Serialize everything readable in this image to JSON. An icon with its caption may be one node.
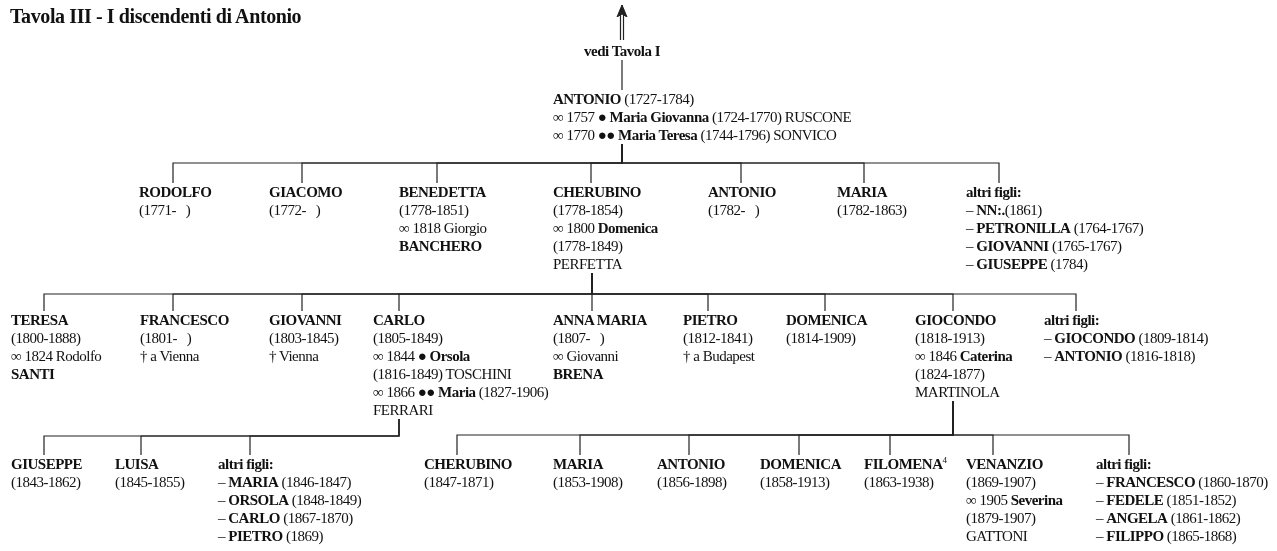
{
  "diagram": {
    "title": "Tavola III - I discendenti di Antonio",
    "nodes": [
      {
        "text": [
          "vedi Tavola I"
        ]
      },
      {
        "text": [
          "**ANTONIO** (1727-1784)",
          "∞ 1757 ● **Maria Giovanna** (1724-1770) RUSCONE",
          "∞ 1770 ●● **Maria Teresa** (1744-1796) SONVICO"
        ]
      },
      {
        "text": [
          "RODOLFO",
          "(1771-   )"
        ]
      },
      {
        "text": [
          "GIACOMO",
          "(1772-   )"
        ]
      },
      {
        "text": [
          "BENEDETTA",
          "(1778-1851)",
          "∞ 1818 Giorgio **BANCHERO**"
        ]
      },
      {
        "text": [
          "CHERUBINO",
          "(1778-1854)",
          "∞ 1800 **Domenica** (1778-1849) PERFETTA"
        ]
      },
      {
        "text": [
          "ANTONIO",
          "(1782-   )"
        ]
      },
      {
        "text": [
          "MARIA",
          "(1782-1863)"
        ]
      },
      {
        "text": [
          "altri figli:",
          "– **NN:.**(1861)",
          "– **PETRONILLA** (1764-1767)",
          "– **GIOVANNI** (1765-1767)",
          "– **GIUSEPPE** (1784)"
        ]
      },
      {
        "text": [
          "TERESA",
          "(1800-1888)",
          "∞ 1824 Rodolfo **SANTI**"
        ]
      },
      {
        "text": [
          "FRANCESCO",
          "(1801-   )",
          "† a Vienna"
        ]
      },
      {
        "text": [
          "GIOVANNI",
          "(1803-1845)",
          "† Vienna"
        ]
      },
      {
        "text": [
          "CARLO",
          "(1805-1849)",
          "∞ 1844 ● **Orsola** (1816-1849) TOSCHINI",
          "∞ 1866 ●● **Maria** (1827-1906) FERRARI"
        ]
      },
      {
        "text": [
          "ANNA MARIA",
          "(1807-   )",
          "∞ Giovanni **BRENA**"
        ]
      },
      {
        "text": [
          "PIETRO",
          "(1812-1841)",
          "† a Budapest"
        ]
      },
      {
        "text": [
          "DOMENICA",
          "(1814-1909)"
        ]
      },
      {
        "text": [
          "GIOCONDO",
          "(1818-1913)",
          "∞ 1846 **Caterina** (1824-1877) MARTINOLA"
        ]
      },
      {
        "text": [
          "altri figli:",
          "– **GIOCONDO** (1809-1814)",
          "– **ANTONIO** (1816-1818)"
        ]
      },
      {
        "text": [
          "GIUSEPPE",
          "(1843-1862)"
        ]
      },
      {
        "text": [
          "LUISA",
          "(1845-1855)"
        ]
      },
      {
        "text": [
          "altri figli:",
          "– **MARIA** (1846-1847)",
          "– **ORSOLA** (1848-1849)",
          "– **CARLO** (1867-1870)",
          "– **PIETRO** (1869)"
        ]
      },
      {
        "text": [
          "CHERUBINO",
          "(1847-1871)"
        ]
      },
      {
        "text": [
          "MARIA",
          "(1853-1908)"
        ]
      },
      {
        "text": [
          "ANTONIO",
          "(1856-1898)"
        ]
      },
      {
        "text": [
          "DOMENICA",
          "(1858-1913)"
        ]
      },
      {
        "text": [
          "**FILOMENA**$^{4}$",
          "(1863-1938)"
        ]
      },
      {
        "text": [
          "VENANZIO",
          "(1869-1907)",
          "∞ 1905 **Severina** (1879-1907) GATTONI"
        ]
      },
      {
        "text": [
          "altri figli:",
          "– **FRANCESCO** (1860-1870)",
          "– **FEDELE** (1851-1852)",
          "– **ANGELA** (1861-1862)",
          "– **FILIPPO** (1865-1868)"
        ]
      }
    ],
    "edges": [
      {
        "from": 0,
        "to": null,
        "arrow": "to"
      },
      {
        "from": 0,
        "to": 1,
        "arrow": "none"
      },
      {
        "from": 1,
        "to": 2,
        "arrow": "none"
      },
      {
        "from": 1,
        "to": 3,
        "arrow": "none"
      },
      {
        "from": 1,
        "to": 4,
        "arrow": "none"
      },
      {
        "from": 1,
        "to": 5,
        "arrow": "none"
      },
      {
        "from": 1,
        "to": 6,
        "arrow": "none"
      },
      {
        "from": 1,
        "to": 7,
        "arrow": "none"
      },
      {
        "from": 1,
        "to": 8,
        "arrow": "none"
      },
      {
        "from": 5,
        "to": 9,
        "arrow": "none"
      },
      {
        "from": 5,
        "to": 10,
        "arrow": "none"
      },
      {
        "from": 5,
        "to": 11,
        "arrow": "none"
      },
      {
        "from": 5,
        "to": 12,
        "arrow": "none"
      },
      {
        "from": 5,
        "to": 13,
        "arrow": "none"
      },
      {
        "from": 5,
        "to": 14,
        "arrow": "none"
      },
      {
        "from": 5,
        "to": 15,
        "arrow": "none"
      },
      {
        "from": 5,
        "to": 16,
        "arrow": "none"
      },
      {
        "from": 5,
        "to": 17,
        "arrow": "none"
      },
      {
        "from": 12,
        "to": 18,
        "arrow": "none"
      },
      {
        "from": 12,
        "to": 19,
        "arrow": "none"
      },
      {
        "from": 12,
        "to": 20,
        "arrow": "none"
      },
      {
        "from": 16,
        "to": 21,
        "arrow": "none"
      },
      {
        "from": 16,
        "to": 22,
        "arrow": "none"
      },
      {
        "from": 16,
        "to": 23,
        "arrow": "none"
      },
      {
        "from": 16,
        "to": 24,
        "arrow": "none"
      },
      {
        "from": 16,
        "to": 25,
        "arrow": "none"
      },
      {
        "from": 16,
        "to": 26,
        "arrow": "none"
      },
      {
        "from": 16,
        "to": 27,
        "arrow": "none"
      }
    ]
  }
}
